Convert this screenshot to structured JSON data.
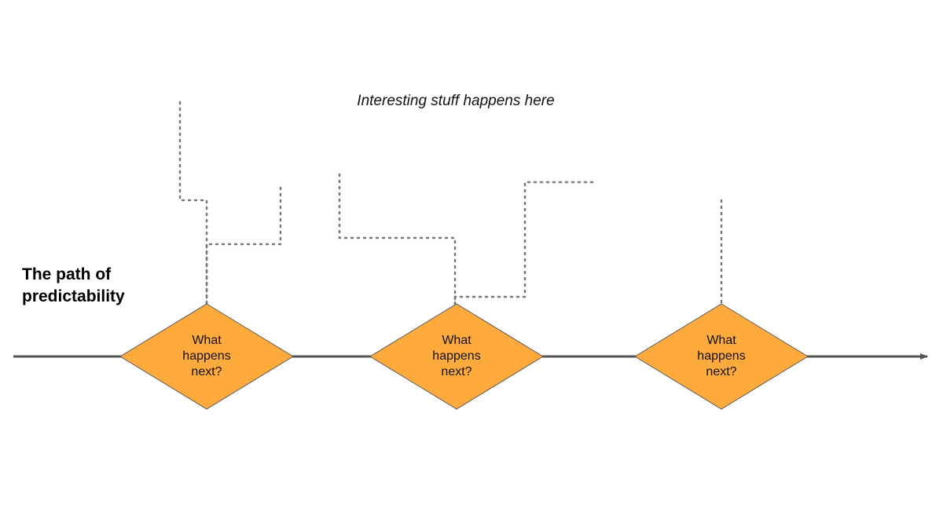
{
  "annotation": "Interesting stuff happens here",
  "path_title": [
    "The path of",
    "predictability"
  ],
  "decisions": [
    {
      "lines": [
        "What",
        "happens",
        "next?"
      ]
    },
    {
      "lines": [
        "What",
        "happens",
        "next?"
      ]
    },
    {
      "lines": [
        "What",
        "happens",
        "next?"
      ]
    }
  ],
  "colors": {
    "diamond_fill": "#FFAA3C",
    "diamond_stroke": "#5a5a5a",
    "main_line": "#555555",
    "dotted": "#777777"
  }
}
